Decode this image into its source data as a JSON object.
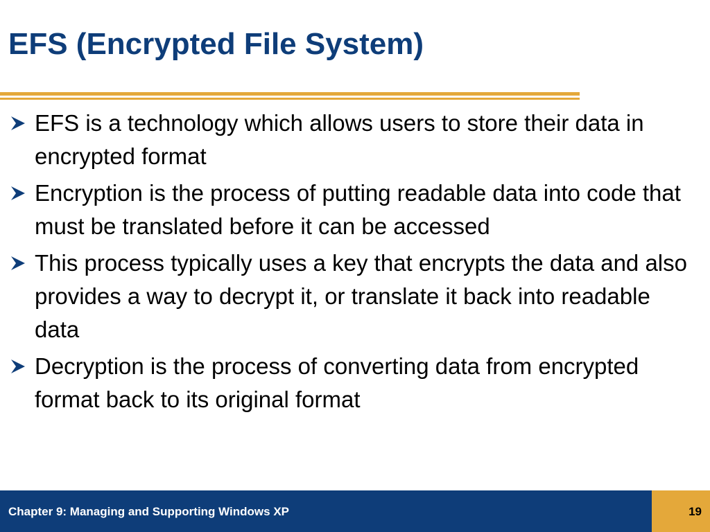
{
  "slide": {
    "title": "EFS (Encrypted File System)",
    "bullets": [
      {
        "text": "EFS is a technology which allows users to store their data in encrypted format",
        "icon": "arrow-bullet-icon"
      },
      {
        "text": "Encryption is the process of putting readable data into code that must be translated before it can be accessed",
        "icon": "arrow-bullet-icon"
      },
      {
        "text": "This process typically uses a key that encrypts the data and also provides a way to decrypt it, or translate it back into readable data",
        "icon": "arrow-bullet-icon"
      },
      {
        "text": "Decryption is the process of converting data from encrypted format back to its original format",
        "icon": "arrow-bullet-icon"
      }
    ]
  },
  "footer": {
    "chapter": "Chapter 9: Managing and Supporting Windows XP",
    "page_number": "19"
  },
  "colors": {
    "title_blue": "#0e3d79",
    "accent_gold": "#e4a83a",
    "text": "#000000",
    "background": "#ffffff"
  }
}
